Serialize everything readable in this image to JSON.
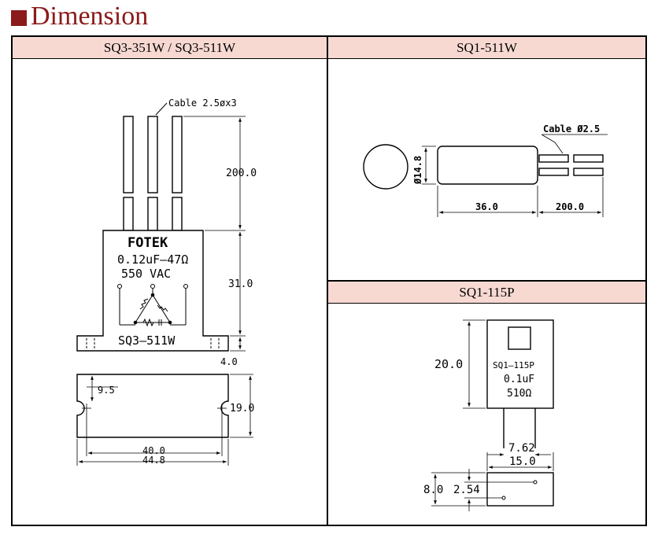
{
  "page": {
    "title": "Dimension"
  },
  "panels": {
    "left": {
      "header": "SQ3-351W / SQ3-511W",
      "cable_label": "Cable 2.5øx3",
      "dim_200": "200.0",
      "dim_31": "31.0",
      "dim_4": "4.0",
      "dim_9_5": "9.5",
      "dim_19": "19.0",
      "dim_40": "40.0",
      "dim_44_8": "44.8",
      "brand": "FOTEK",
      "spec_line1": "0.12uF–47Ω",
      "spec_line2": "550 VAC",
      "model": "SQ3–511W"
    },
    "top_right": {
      "header": "SQ1-511W",
      "cable_label": "Cable Ø2.5",
      "dia_label": "Ø14.8",
      "dim_36": "36.0",
      "dim_200": "200.0"
    },
    "bottom_right": {
      "header": "SQ1-115P",
      "dim_20": "20.0",
      "model": "SQ1–115P",
      "cap": "0.1uF",
      "res": "510Ω",
      "dim_7_62": "7.62",
      "dim_15": "15.0",
      "dim_8": "8.0",
      "dim_2_54": "2.54"
    }
  },
  "colors": {
    "title": "#8b1a1a",
    "header_bg": "#f7d9d2",
    "line": "#000000"
  }
}
